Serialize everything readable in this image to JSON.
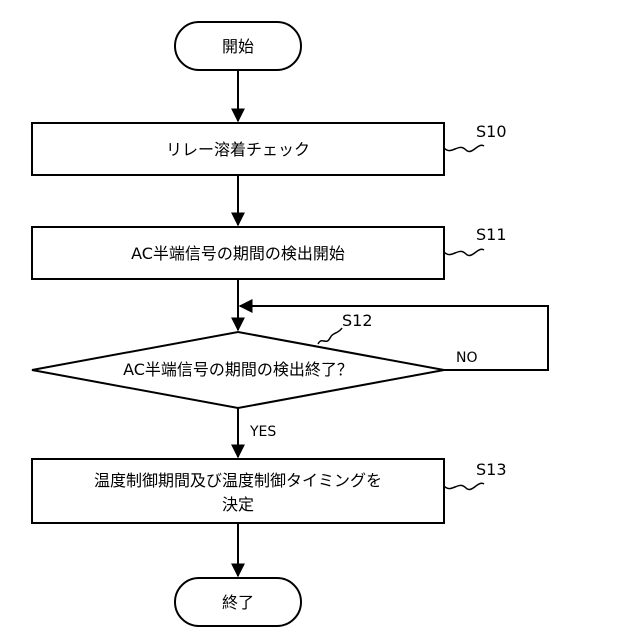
{
  "flowchart": {
    "start": {
      "label": "開始"
    },
    "end": {
      "label": "終了"
    },
    "steps": [
      {
        "id": "S10",
        "label": "リレー溶着チェック"
      },
      {
        "id": "S11",
        "label": "AC半端信号の期間の検出開始"
      },
      {
        "id": "S12",
        "label": "AC半端信号の期間の検出終了？"
      },
      {
        "id": "S13",
        "label_line1": "温度制御期間及び温度制御タイミングを",
        "label_line2": "決定"
      }
    ],
    "branches": {
      "yes": "YES",
      "no": "NO"
    }
  }
}
